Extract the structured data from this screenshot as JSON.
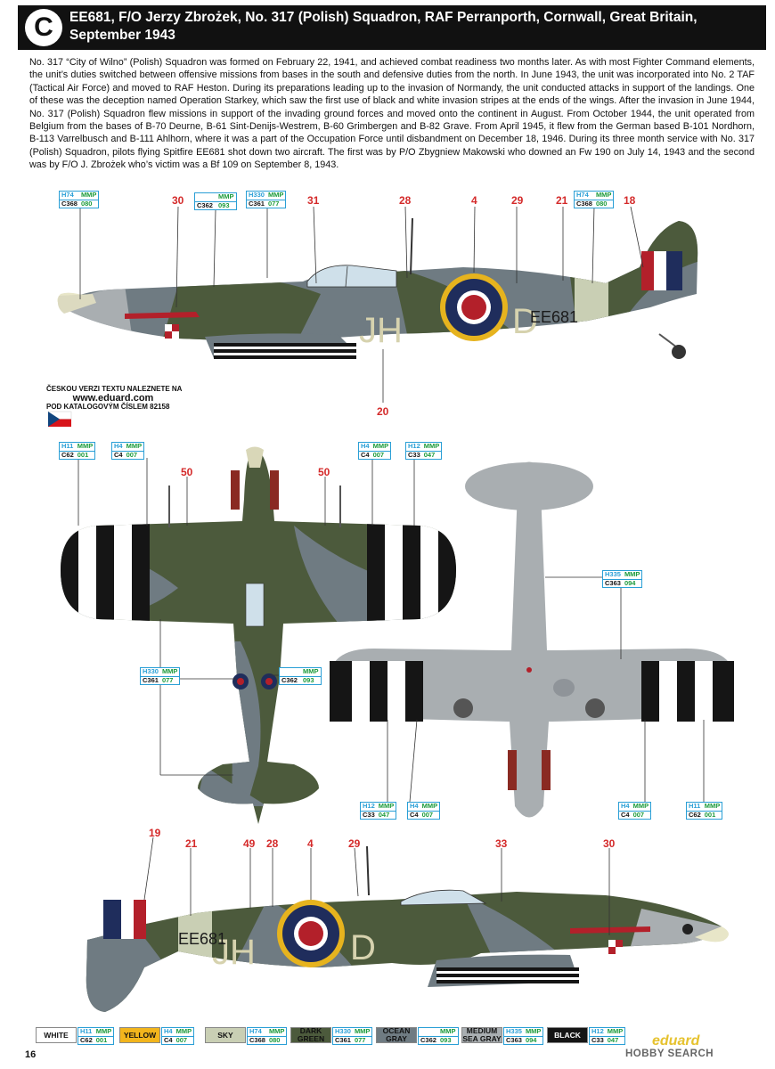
{
  "header": {
    "badge": "C",
    "title": "EE681, F/O Jerzy Zbrożek, No. 317 (Polish) Squadron, RAF Perranporth, Cornwall, Great Britain, September 1943"
  },
  "description": "No. 317 “City of Wilno” (Polish) Squadron was formed on February 22, 1941, and achieved combat readiness two months later. As with most Fighter Command elements, the unit’s duties switched between offensive missions from bases in the south and defensive duties from the north. In June 1943, the unit was incorporated into No. 2 TAF (Tactical Air Force) and moved to RAF Heston. During its preparations leading up to the invasion of Normandy, the unit conducted attacks in support of the landings. One of these was the deception named Operation Starkey, which saw the first use of black and white invasion stripes at the ends of the wings. After the invasion in June 1944, No. 317 (Polish) Squadron flew missions in support of the invading ground forces and moved onto the continent in August. From October 1944, the unit operated from Belgium from the bases of B-70 Deurne, B-61 Sint-Denijs-Westrem, B-60 Grimbergen and B-82 Grave. From April 1945, it flew from the German based B-101 Nordhorn, B-113 Varrelbusch and B-111 Ahlhorn, where it was a part of the Occupation Force until disbandment on December 18, 1946. During its three month service with No. 317 (Polish) Squadron, pilots flying Spitfire EE681 shot down two aircraft. The first was by P/O Zbygniew Makowski who downed an Fw 190 on July 14, 1943 and the second was by F/O J. Zbrożek who’s victim was a Bf 109 on September 8, 1943.",
  "czech_note": {
    "line1": "ČESKOU VERZI TEXTU NALEZNETE NA",
    "url": "www.eduard.com",
    "line2": "POD KATALOGOVÝM ČÍSLEM 82158"
  },
  "markings": {
    "code_letters_1": "JH",
    "code_letter_2": "D",
    "serial": "EE681",
    "polish_badge": "POLAND"
  },
  "paint_codes": {
    "h74": {
      "h": "H74",
      "mmp": "MMP",
      "c": "C368",
      "n": "080"
    },
    "c362": {
      "h": "",
      "mmp": "MMP",
      "c": "C362",
      "n": "093"
    },
    "h330": {
      "h": "H330",
      "mmp": "MMP",
      "c": "C361",
      "n": "077"
    },
    "h11": {
      "h": "H11",
      "mmp": "MMP",
      "c": "C62",
      "n": "001"
    },
    "h4": {
      "h": "H4",
      "mmp": "MMP",
      "c": "C4",
      "n": "007"
    },
    "h12": {
      "h": "H12",
      "mmp": "MMP",
      "c": "C33",
      "n": "047"
    },
    "h335": {
      "h": "H335",
      "mmp": "MMP",
      "c": "C363",
      "n": "094"
    }
  },
  "callouts": {
    "side_top": [
      "30",
      "31",
      "28",
      "4",
      "29",
      "21",
      "18",
      "20"
    ],
    "plan": [
      "50",
      "50"
    ],
    "side_bottom": [
      "19",
      "21",
      "49",
      "28",
      "4",
      "29",
      "33",
      "30"
    ]
  },
  "legend": [
    {
      "name": "WHITE",
      "h": "H11",
      "c": "C62",
      "n": "001",
      "color": "#ffffff",
      "text": "#111111"
    },
    {
      "name": "YELLOW",
      "h": "H4",
      "c": "C4",
      "n": "007",
      "color": "#f2b51c",
      "text": "#111111"
    },
    {
      "name": "SKY",
      "h": "H74",
      "c": "C368",
      "n": "080",
      "color": "#c9cfb4",
      "text": "#111111"
    },
    {
      "name": "DARK GREEN",
      "h": "H330",
      "c": "C361",
      "n": "077",
      "color": "#4c5a3c",
      "text": "#111111"
    },
    {
      "name": "OCEAN GRAY",
      "h": "",
      "c": "C362",
      "n": "093",
      "color": "#6f7b82",
      "text": "#111111"
    },
    {
      "name": "MEDIUM SEA GRAY",
      "h": "H335",
      "c": "C363",
      "n": "094",
      "color": "#a9aeb1",
      "text": "#111111"
    },
    {
      "name": "BLACK",
      "h": "H12",
      "c": "C33",
      "n": "047",
      "color": "#151515",
      "text": "#ffffff"
    }
  ],
  "legend_mmp": "MMP",
  "footer": {
    "page_number": "16",
    "logo": "eduard",
    "watermark": "HOBBY SEARCH"
  },
  "colors": {
    "ocean_gray": "#6f7b82",
    "dark_green": "#4c5a3c",
    "sky": "#c9cfb4",
    "medium_sea_gray": "#a9aeb1",
    "roundel_blue": "#1f2d5c",
    "roundel_red": "#b3202a",
    "roundel_yellow": "#e6b31e",
    "code_letters": "#d6d2ae",
    "callout_red": "#d42a2a",
    "code_blue": "#2a9fd6",
    "code_green": "#1a9a3a"
  }
}
